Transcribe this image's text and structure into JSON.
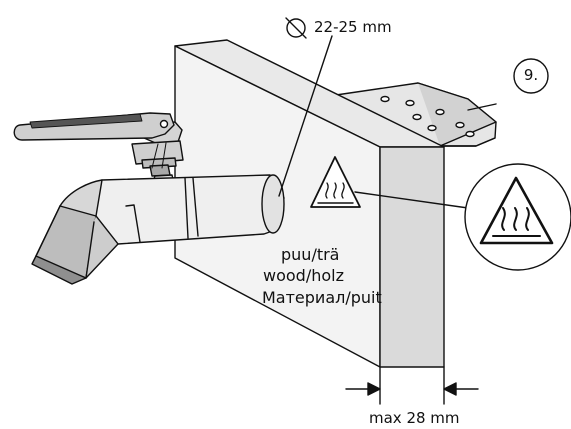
{
  "callouts": {
    "pipe_diameter": "22-25 mm",
    "step_number": "9.",
    "max_thickness": "max 28 mm"
  },
  "materials": [
    "puu/trä",
    "wood/holz",
    "Материал/puit"
  ],
  "icons": {
    "diameter": "diameter-symbol-icon",
    "hot_surface": "hot-surface-warning-icon"
  },
  "colors": {
    "line": "#111111",
    "panel_front": "#f2f2f2",
    "panel_side": "#d9d9d9",
    "faucet_light": "#efefef",
    "faucet_mid": "#d4d4d4",
    "faucet_dark": "#a9a9a9",
    "handle_grip": "#555555"
  }
}
